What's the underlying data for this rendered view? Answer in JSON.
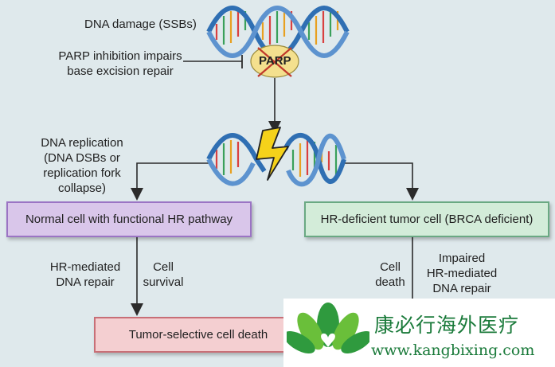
{
  "labels": {
    "dna_damage": "DNA damage (SSBs)",
    "parp_inhibition_line1": "PARP inhibition impairs",
    "parp_inhibition_line2": "base excision repair",
    "parp": "PARP",
    "dna_replication_line1": "DNA replication",
    "dna_replication_line2": "(DNA DSBs or",
    "dna_replication_line3": "replication fork",
    "dna_replication_line4": "collapse)",
    "hr_mediated_line1": "HR-mediated",
    "hr_mediated_line2": "DNA repair",
    "cell_survival_line1": "Cell",
    "cell_survival_line2": "survival",
    "cell_death_line1": "Cell",
    "cell_death_line2": "death",
    "impaired_line1": "Impaired",
    "impaired_line2": "HR-mediated",
    "impaired_line3": "DNA repair"
  },
  "boxes": {
    "normal_cell": "Normal cell with functional HR pathway",
    "hr_deficient": "HR-deficient tumor cell (BRCA deficient)",
    "tumor_selective": "Tumor-selective cell death"
  },
  "watermark": {
    "chinese": "康必行海外医疗",
    "url": "www.kangbixing.com"
  },
  "colors": {
    "background": "#dfe9ec",
    "normal_fill": "#d9c6ea",
    "hr_fill": "#d3ecd9",
    "tumor_fill": "#f4cfd1",
    "helix_blue": "#2f6fb3",
    "lightning": "#f5d21a",
    "parp_fill": "#f4e08e",
    "inhibit_cross": "#c0392b",
    "brand_green": "#1a7a3a"
  }
}
